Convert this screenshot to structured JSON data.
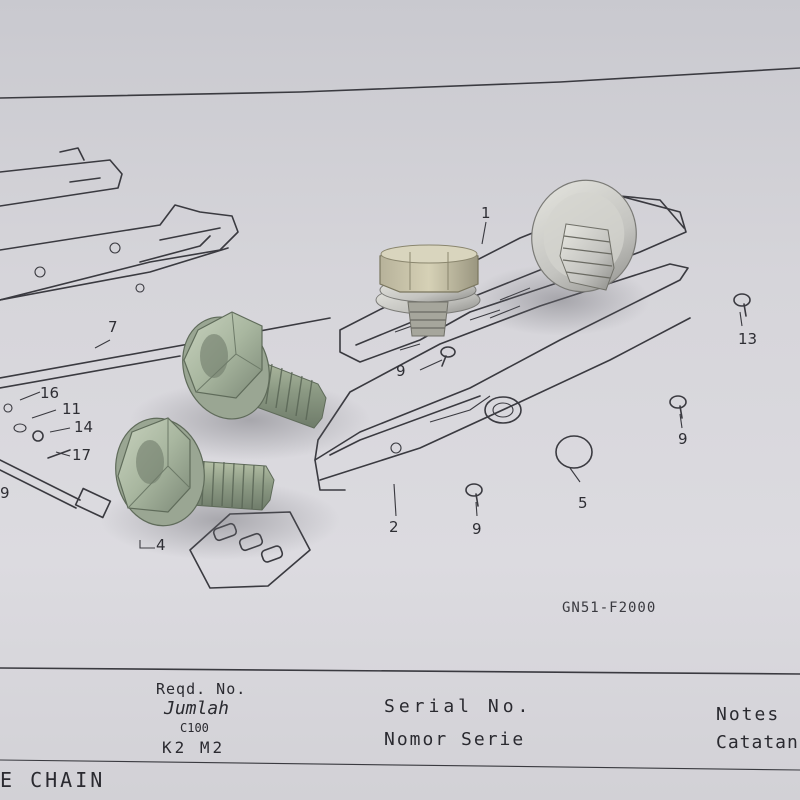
{
  "diagram": {
    "callouts": {
      "n1": "1",
      "n2": "2",
      "n4": "4",
      "n5": "5",
      "n7": "7",
      "n9a": "9",
      "n9b": "9",
      "n9c": "9",
      "n9d": "9",
      "n11": "11",
      "n13": "13",
      "n14": "14",
      "n16": "16",
      "n17": "17"
    },
    "drawing_code": "GN51-F2000"
  },
  "table_header": {
    "reqd_no": "Reqd. No.",
    "jumlah": "Jumlah",
    "model": "C100",
    "variants": "K2 M2",
    "serial_no": "Serial No.",
    "nomor_serie": "Nomor Serie",
    "notes": "Notes",
    "catatan": "Catatan",
    "part_name": "E CHAIN"
  },
  "colors": {
    "paper": "#d6d5da",
    "ink": "#3a3a40",
    "bolt_zinc": "#a9b7a0",
    "washer_steel": "#c4c4c0"
  }
}
